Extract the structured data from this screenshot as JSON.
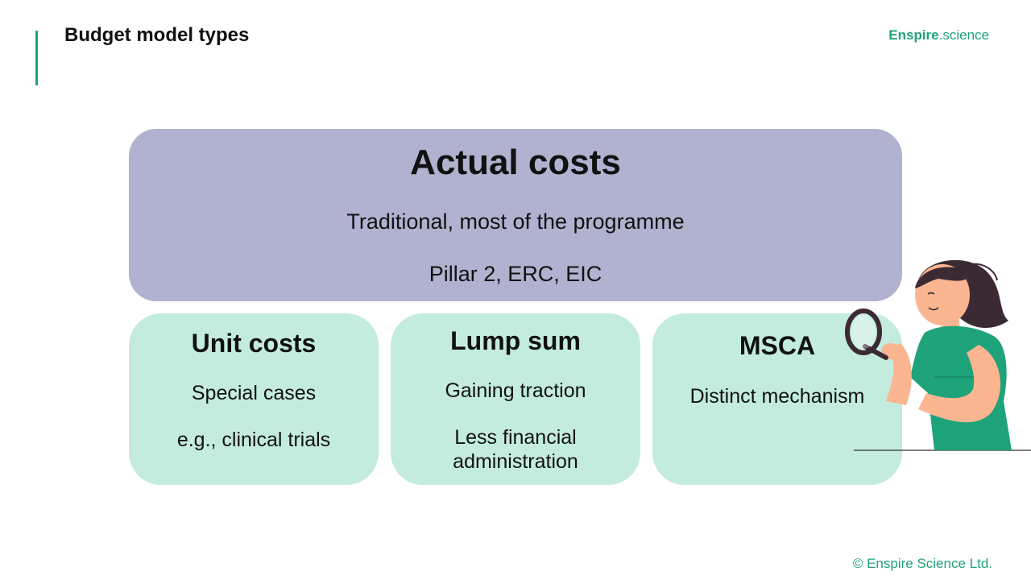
{
  "header": {
    "title": "Budget model types",
    "brand_strong": "Enspire",
    "brand_light": ".science"
  },
  "main_box": {
    "heading": "Actual costs",
    "line1": "Traditional, most of the programme",
    "line2": "Pillar 2, ERC, EIC"
  },
  "cards": [
    {
      "heading": "Unit costs",
      "line1": "Special cases",
      "line2": "e.g., clinical trials"
    },
    {
      "heading": "Lump sum",
      "line1": "Gaining traction",
      "line2": "Less financial administration"
    },
    {
      "heading": "MSCA",
      "line1": "Distinct mechanism"
    }
  ],
  "footer": {
    "copyright": "© Enspire Science Ltd."
  },
  "colors": {
    "accent": "#1fa37a",
    "main_box": "#b1b1d0",
    "card": "#c3ecdf",
    "shirt": "#1fa37a",
    "hair": "#3b2a33",
    "skin": "#fbb590"
  },
  "icons": {
    "illustration": "woman-with-magnifying-glass-illustration"
  }
}
